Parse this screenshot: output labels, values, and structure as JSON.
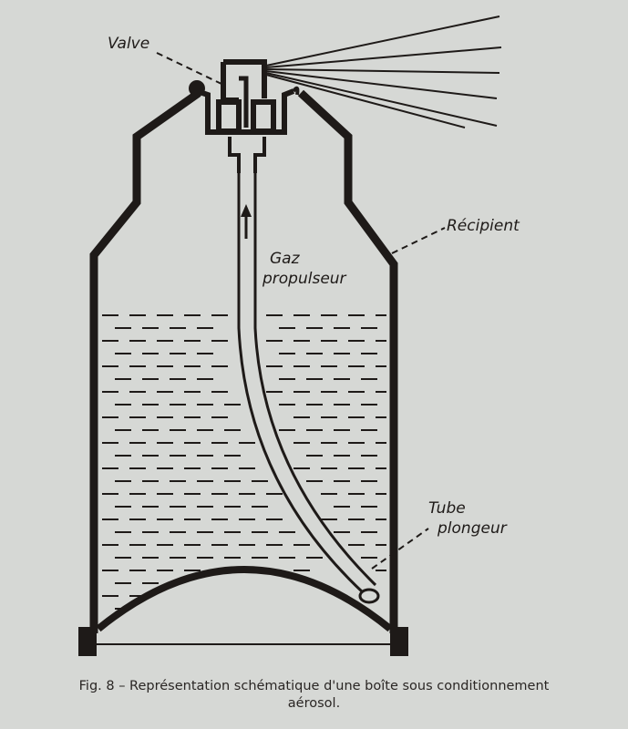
{
  "labels": {
    "valve": "Valve",
    "recipient": "Récipient",
    "gas_line1": "Gaz",
    "gas_line2": "propulseur",
    "tube_line1": "Tube",
    "tube_line2": "plongeur"
  },
  "caption": {
    "line1": "Fig. 8 – Représentation schématique d'une boîte sous conditionnement",
    "line2": "aérosol."
  },
  "colors": {
    "ink": "#1e1a18",
    "paper": "#d6d8d5"
  }
}
